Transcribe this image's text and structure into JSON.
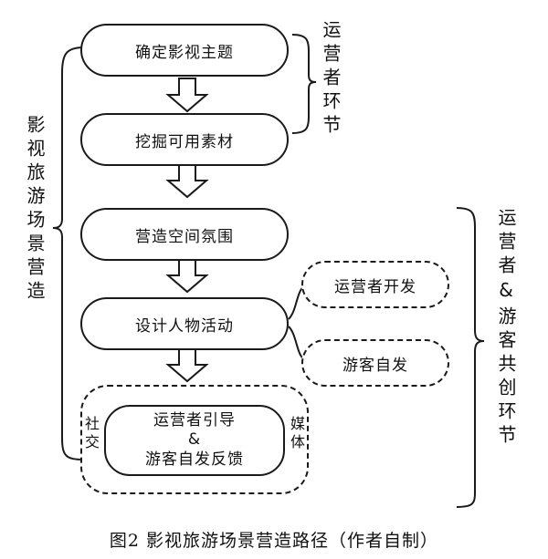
{
  "steps": [
    "确定影视主题",
    "挖掘可用素材",
    "营造空间氛围",
    "设计人物活动"
  ],
  "final_box": {
    "line1": "运营者引导",
    "line2": "&",
    "line3": "游客自发反馈"
  },
  "side_left": "社交",
  "side_right": "媒体",
  "branches": [
    "运营者开发",
    "游客自发"
  ],
  "left_label": "影视旅游场景营造",
  "right_top_label": "运营者环节",
  "right_bottom_label": "运营者&游客共创环节",
  "caption": "图2 影视旅游场景营造路径（作者自制）"
}
